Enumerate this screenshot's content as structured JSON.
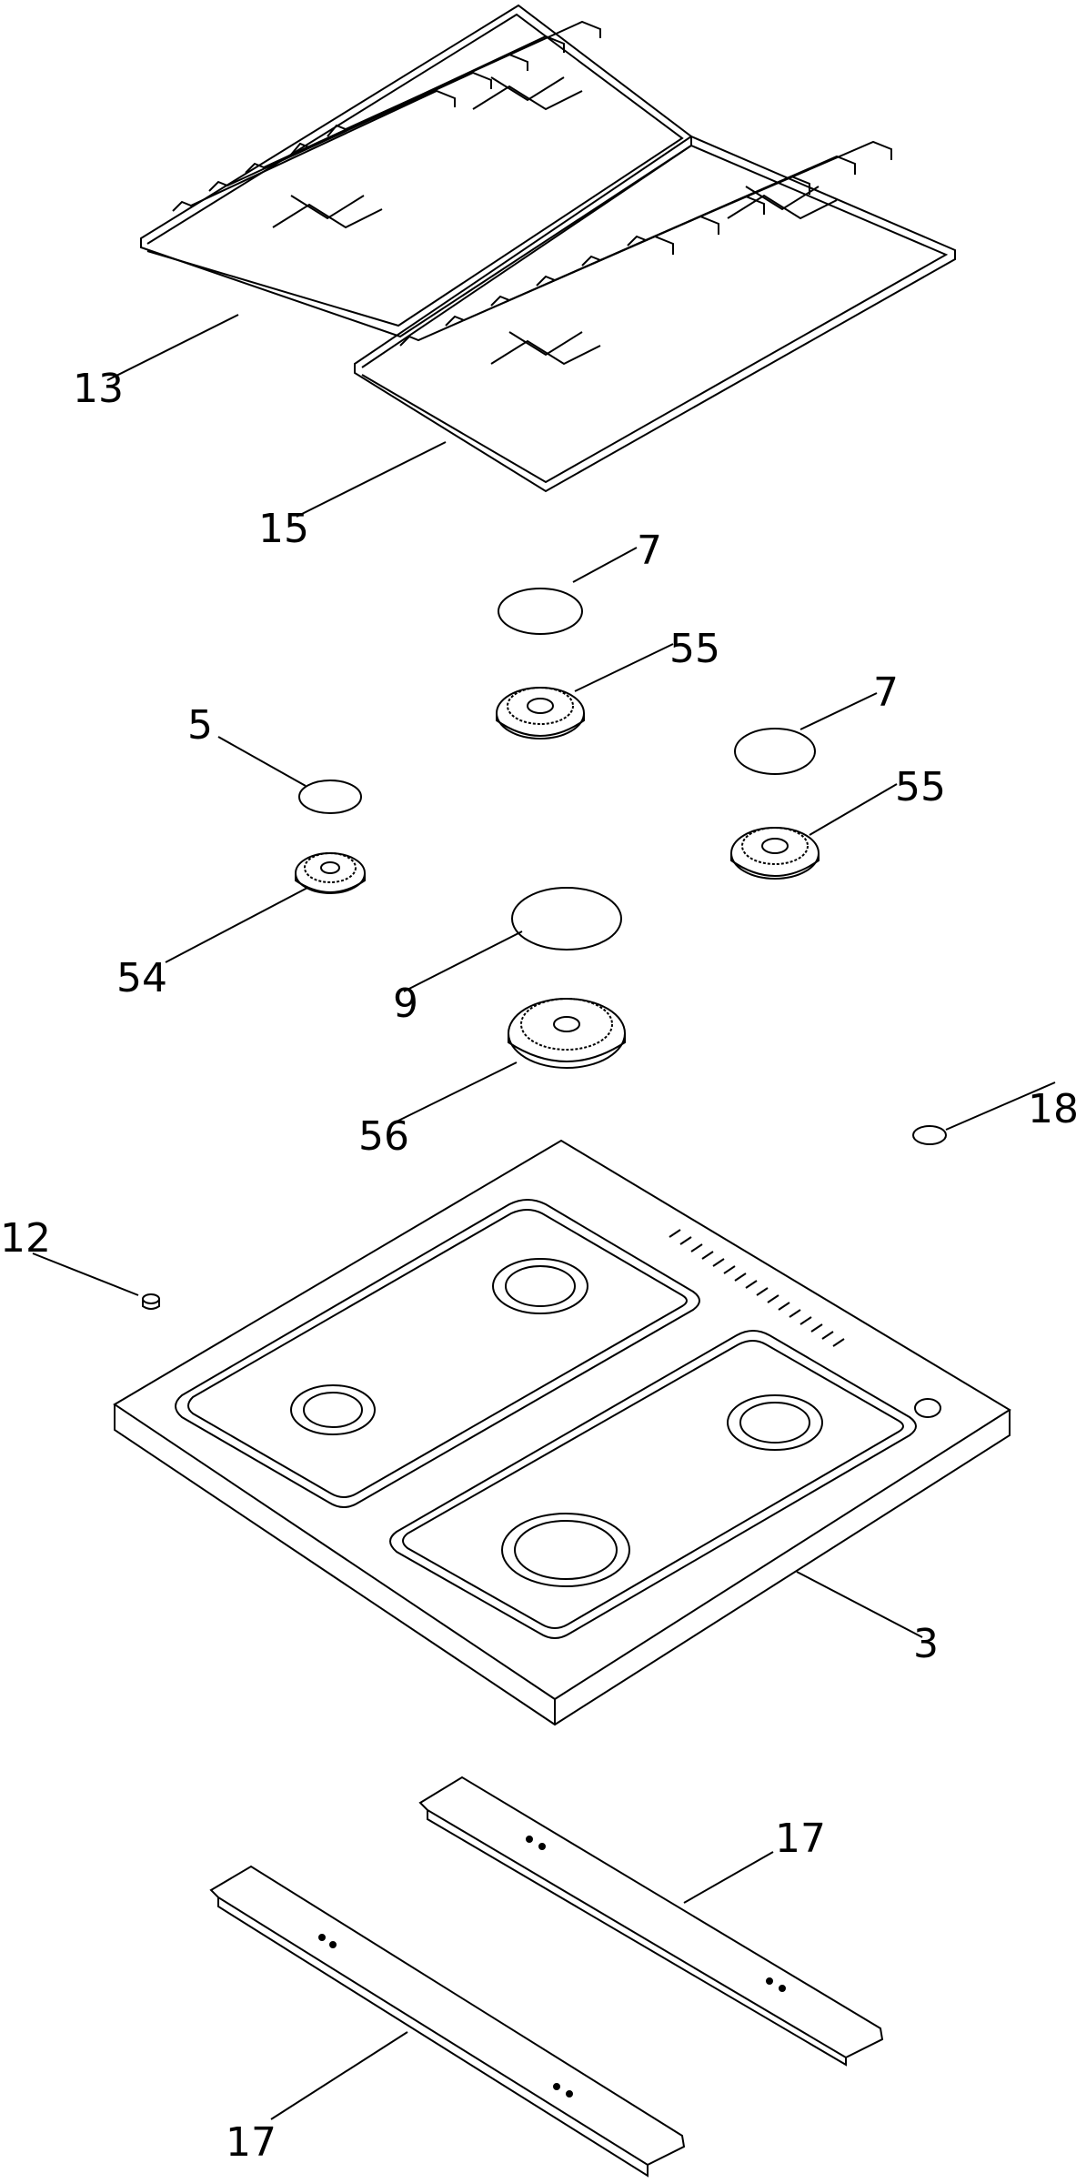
{
  "callouts": {
    "c13": "13",
    "c15": "15",
    "c7a": "7",
    "c55a": "55",
    "c5": "5",
    "c7b": "7",
    "c55b": "55",
    "c54": "54",
    "c9": "9",
    "c56": "56",
    "c18": "18",
    "c12": "12",
    "c3": "3",
    "c17a": "17",
    "c17b": "17"
  }
}
